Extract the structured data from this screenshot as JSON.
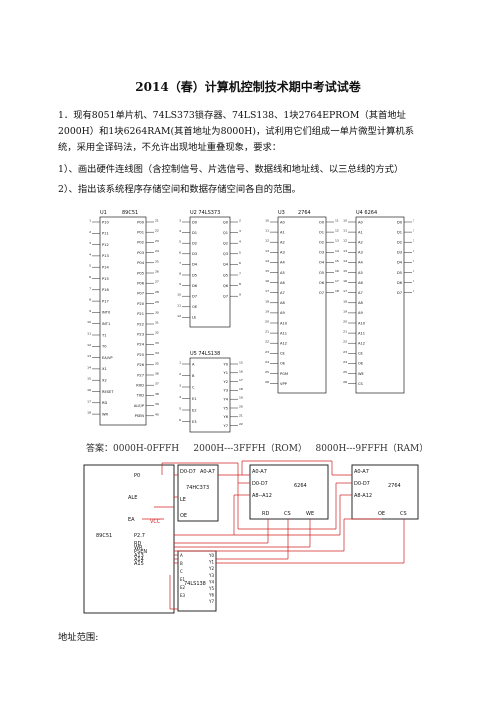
{
  "doc": {
    "title": "2014（春）计算机控制技术期中考试试卷",
    "q1_line1": "1．现有8051单片机、74LS373锁存器、74LS138、1块2764EPROM（其首地址",
    "q1_line2": "2000H）和1块6264RAM(其首地址为8000H)，试利用它们组成一单片微型计算机系",
    "q1_line3": "统，采用全译码法，不允许出现地址重叠现象，要求：",
    "sub1": "1）、画出硬件连线图（含控制信号、片选信号、数据线和地址线、以三总线的方式）",
    "sub2": "2）、指出该系统程序存储空间和数据存储空间各自的范围。",
    "answer": "答案：0000H-0FFFH     2000H---3FFFH（ROM）   8000H---9FFFH（RAM）",
    "addr_label": "地址范围:"
  },
  "schematic": {
    "u1": "U1",
    "u1_part": "89C51",
    "u2": "U2  74LS373",
    "u3": "U3",
    "u3_part": "2764",
    "u4": "U4  6264",
    "u5": "U5  74LS138",
    "u1_left_pins": [
      "P10",
      "P11",
      "P12",
      "P13",
      "P14",
      "P15",
      "P16",
      "P17",
      "INT0",
      "INT1",
      "T1",
      "T0",
      "EA/VP",
      "X1",
      "X2",
      "RESET",
      "RD",
      "WR"
    ],
    "u1_right_pins": [
      "P00",
      "P01",
      "P02",
      "P03",
      "P04",
      "P05",
      "P06",
      "P07",
      "P20",
      "P21",
      "P22",
      "P23",
      "P24",
      "P25",
      "P26",
      "P27",
      "RXD",
      "TXD",
      "ALE/P",
      "PSEN"
    ],
    "u2_left_pins": [
      "D0",
      "D1",
      "D2",
      "D3",
      "D4",
      "D5",
      "D6",
      "D7",
      "OE",
      "LE"
    ],
    "u2_right_pins": [
      "Q0",
      "Q1",
      "Q2",
      "Q3",
      "Q4",
      "Q5",
      "Q6",
      "Q7"
    ],
    "u3_left_pins": [
      "A0",
      "A1",
      "A2",
      "A3",
      "A4",
      "A5",
      "A6",
      "A7",
      "A8",
      "A9",
      "A10",
      "A11",
      "A12",
      "CE",
      "OE",
      "PGM",
      "VPP"
    ],
    "u3_right_pins": [
      "O0",
      "O1",
      "O2",
      "O3",
      "O4",
      "O5",
      "O6",
      "O7"
    ],
    "u4_left_pins": [
      "A0",
      "A1",
      "A2",
      "A3",
      "A4",
      "A5",
      "A6",
      "A7",
      "A8",
      "A9",
      "A10",
      "A11",
      "A12",
      "CE",
      "OE",
      "WE",
      "CS"
    ],
    "u4_right_pins": [
      "D0",
      "D1",
      "D2",
      "D3",
      "D4",
      "D5",
      "D6",
      "D7"
    ],
    "u5_left_pins": [
      "A",
      "B",
      "C",
      "E1",
      "E2",
      "E3"
    ],
    "u5_right_pins": [
      "Y0",
      "Y1",
      "Y2",
      "Y3",
      "Y4",
      "Y5",
      "Y6",
      "Y7"
    ]
  },
  "circuit": {
    "mcu": "89C51",
    "p0": "P0",
    "ale": "ALE",
    "ea": "EA",
    "p27": "P2.7",
    "rd": "RD",
    "wr": "WR",
    "psen": "PSEN",
    "a13": "A13",
    "a14": "A14",
    "a15": "A15",
    "vcc": "VCC",
    "latch": "74HC373",
    "latch_in": "D0-D7",
    "latch_out": "A0-A7",
    "le": "LE",
    "oe": "OE",
    "ram": "6264",
    "ram_a07": "A0-A7",
    "ram_d07": "D0-D7",
    "ram_a812": "A8--A12",
    "ram_rd": "RD",
    "ram_cs": "CS",
    "ram_we": "WE",
    "rom": "2764",
    "rom_a07": "A0-A7",
    "rom_d07": "D0-D7",
    "rom_a812": "A8-A12",
    "rom_oe": "OE",
    "rom_cs": "CS",
    "dec": "74LS138",
    "dec_ins": [
      "A",
      "B",
      "C",
      "E1",
      "E2",
      "E3"
    ],
    "dec_outs": [
      "Y0",
      "Y1",
      "Y2",
      "Y3",
      "Y4",
      "Y5",
      "Y6",
      "Y7"
    ]
  }
}
